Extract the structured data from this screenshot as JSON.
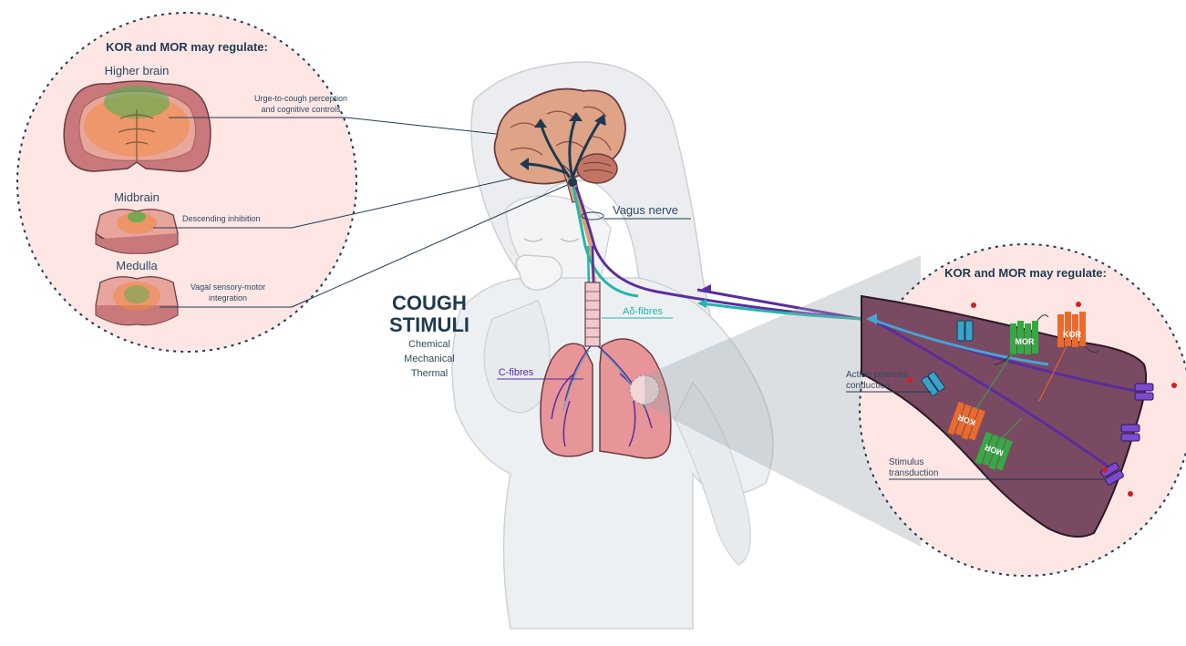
{
  "left_panel": {
    "heading": "KOR and MOR may regulate:",
    "regions": [
      {
        "title": "Higher brain",
        "description_line1": "Urge-to-cough perception",
        "description_line2": "and cognitive controls"
      },
      {
        "title": "Midbrain",
        "description_line1": "Descending inhibition",
        "description_line2": ""
      },
      {
        "title": "Medulla",
        "description_line1": "Vagal sensory-motor",
        "description_line2": "integration"
      }
    ]
  },
  "center": {
    "vagus_label": "Vagus nerve",
    "adelta_label": "Aδ-fibres",
    "cfibre_label": "C-fibres",
    "stimuli_title_line1": "COUGH",
    "stimuli_title_line2": "STIMULI",
    "stimuli_items": [
      "Chemical",
      "Mechanical",
      "Thermal"
    ]
  },
  "right_panel": {
    "heading": "KOR and MOR may regulate:",
    "action_line1": "Action potential",
    "action_line2": "conduction",
    "stimulus_line1": "Stimulus",
    "stimulus_line2": "transduction",
    "receptor_mor": "MOR",
    "receptor_kor": "KOR"
  },
  "colors": {
    "panel_fill": "#fde6e4",
    "nerve_purple": "#5b2d9e",
    "nerve_teal": "#22b5ad",
    "neuron_body": "#7a4a63",
    "mor_green": "#35a944",
    "kor_orange": "#ea6a2b",
    "channel_blue": "#3aa3c9",
    "channel_purple": "#7a4bd1",
    "lung_pink": "#e8959a",
    "outline_dark": "#1e3a52"
  }
}
